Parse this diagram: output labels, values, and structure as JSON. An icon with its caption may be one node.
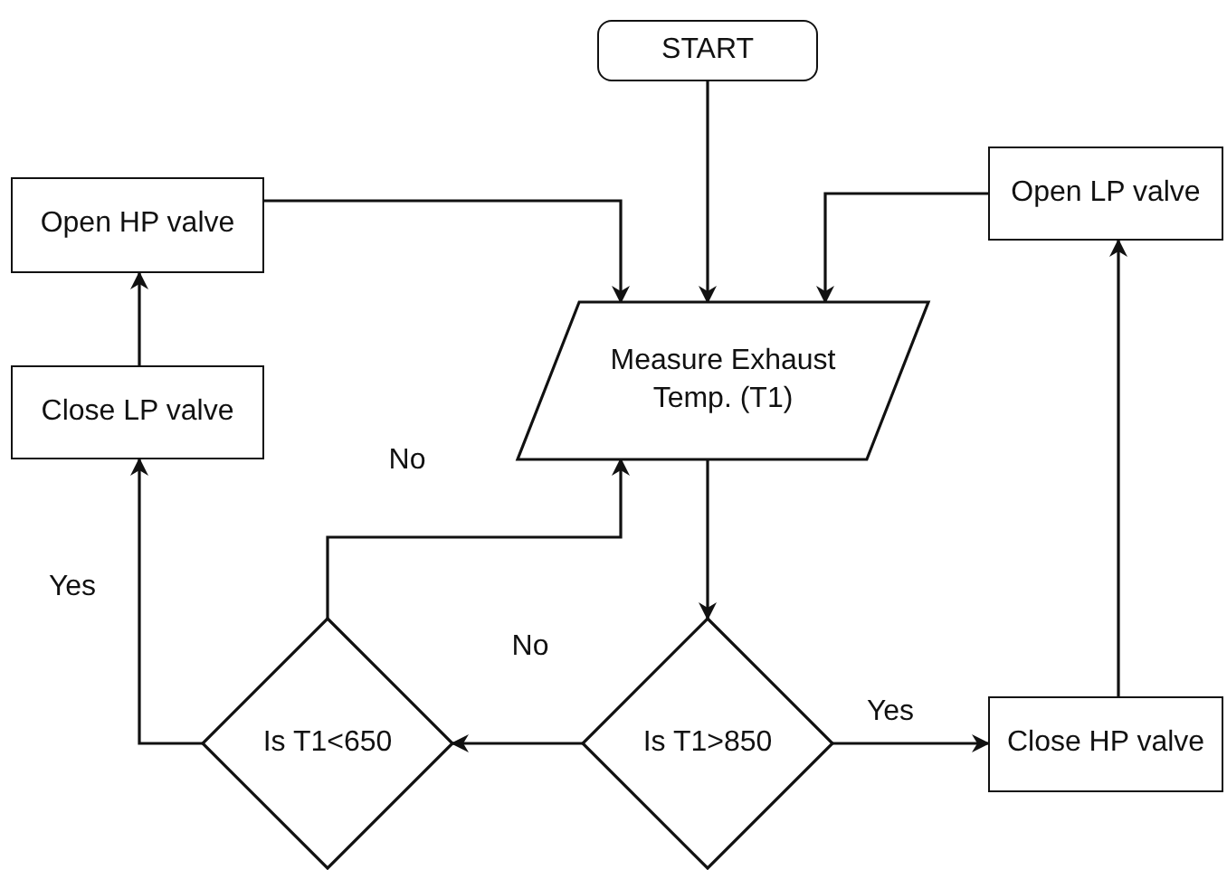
{
  "diagram": {
    "nodes": [
      {
        "text": [
          "START"
        ]
      },
      {
        "text": [
          "Open HP valve"
        ]
      },
      {
        "text": [
          "Open LP valve"
        ]
      },
      {
        "text": [
          "Measure Exhaust Temp. (T1)"
        ]
      },
      {
        "text": [
          "Close LP valve"
        ]
      },
      {
        "text": [
          "Is T1<650"
        ]
      },
      {
        "text": [
          "Is T1>850"
        ]
      },
      {
        "text": [
          "Close HP valve"
        ]
      }
    ],
    "edges": [
      {
        "from": 0,
        "to": 3,
        "arrow": "to"
      },
      {
        "from": 1,
        "to": 3,
        "arrow": "to"
      },
      {
        "from": 2,
        "to": 3,
        "arrow": "to"
      },
      {
        "from": 3,
        "to": 6,
        "arrow": "to"
      },
      {
        "from": 6,
        "to": 5,
        "arrow": "to",
        "label": "No"
      },
      {
        "from": 6,
        "to": 7,
        "arrow": "to",
        "label": "Yes"
      },
      {
        "from": 7,
        "to": 2,
        "arrow": "to"
      },
      {
        "from": 5,
        "to": 4,
        "arrow": "to",
        "label": "Yes"
      },
      {
        "from": 5,
        "to": 3,
        "arrow": "to",
        "label": "No"
      },
      {
        "from": 4,
        "to": 1,
        "arrow": "to"
      }
    ]
  }
}
